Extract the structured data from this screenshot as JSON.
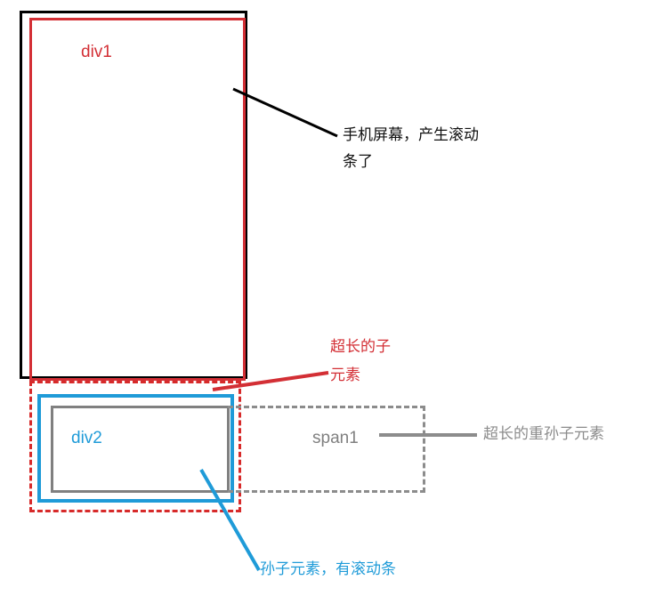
{
  "diagram": {
    "title": "HTML box overflow / scrollbar illustration",
    "boxes": {
      "phone_screen": {
        "label": "",
        "color": "#000000",
        "style": "solid"
      },
      "div1": {
        "label": "div1",
        "color": "#d32f35",
        "style": "solid"
      },
      "overflow_child": {
        "label": "",
        "color": "#d72a2a",
        "style": "dashed"
      },
      "div2": {
        "label": "div2",
        "color": "#1f9bd8",
        "style": "solid"
      },
      "grandchild_inner": {
        "label": "",
        "color": "#808080",
        "style": "solid"
      },
      "span1": {
        "label": "span1",
        "color": "#8c8c8c",
        "style": "dashed"
      }
    },
    "annotations": {
      "phone_screen_note": "手机屏幕，产生滚动\n条了",
      "overflow_child_note": "超长的子\n元素",
      "grandchild_note": "孙子元素，有滚动条",
      "great_grandchild_note": "超长的重孙子元素"
    },
    "colors": {
      "black": "#000000",
      "red": "#d32f35",
      "red_dashed": "#d72a2a",
      "blue": "#1f9bd8",
      "gray": "#808080",
      "gray_dashed": "#8c8c8c",
      "background": "#ffffff"
    }
  }
}
